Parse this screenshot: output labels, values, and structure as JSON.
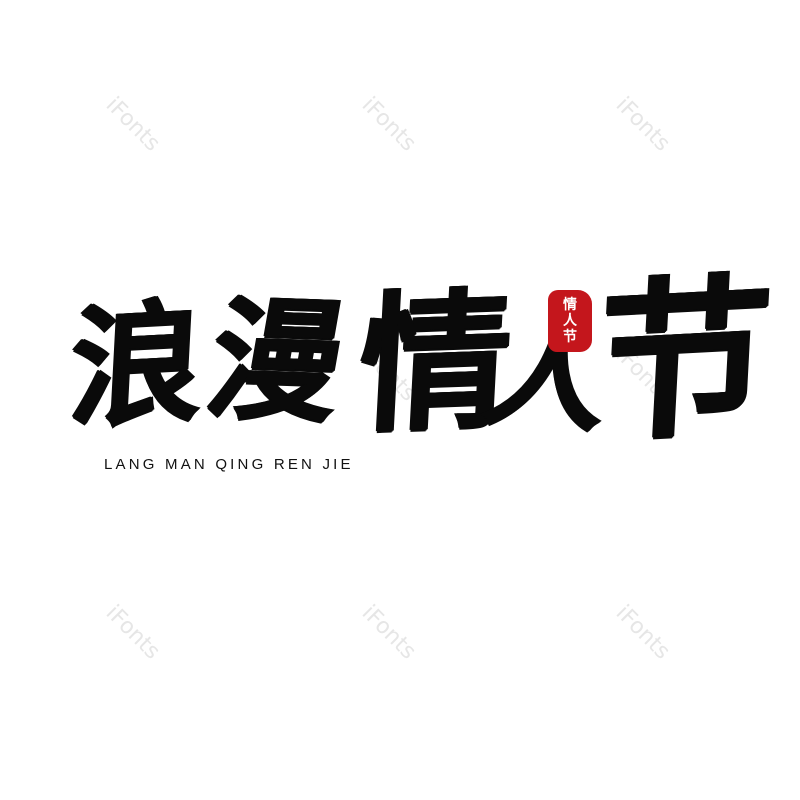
{
  "watermark": {
    "text": "iFonts"
  },
  "title": {
    "characters": [
      "浪",
      "漫",
      "情",
      "人",
      "节"
    ],
    "pinyin": "LANG MAN QING REN JIE"
  },
  "seal": {
    "characters": [
      "情",
      "人",
      "节"
    ],
    "color": "#c4161c"
  }
}
